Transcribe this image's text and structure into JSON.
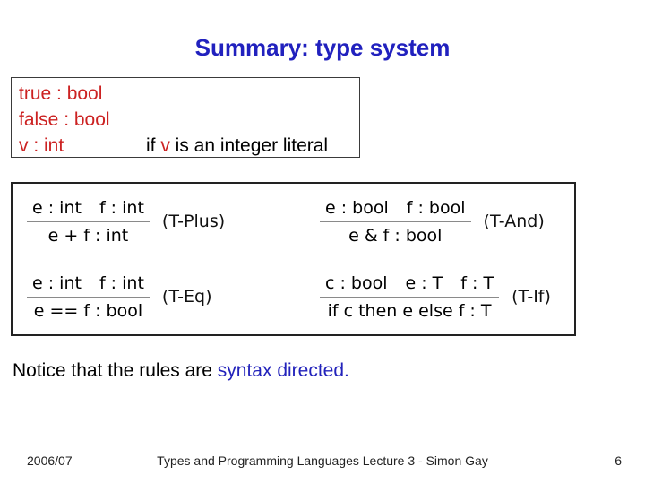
{
  "slide": {
    "title": "Summary: type system",
    "premise_box": {
      "line1": "true : bool",
      "line2": "false : bool",
      "line3_judgement": "v : int",
      "line3_cond_if": "if ",
      "line3_cond_v": "v",
      "line3_cond_rest": " is an integer literal"
    },
    "rules": [
      {
        "label": "(T-Plus)",
        "num": [
          "e : int",
          "f : int"
        ],
        "den": "e + f : int"
      },
      {
        "label": "(T-And)",
        "num": [
          "e : bool",
          "f : bool"
        ],
        "den": "e & f : bool"
      },
      {
        "label": "(T-Eq)",
        "num": [
          "e : int",
          "f : int"
        ],
        "den": "e == f : bool"
      },
      {
        "label": "(T-If)",
        "num": [
          "c : bool",
          "e : T",
          "f : T"
        ],
        "den": "if c then e else f : T"
      }
    ],
    "notice": {
      "prefix": "Notice that the rules are ",
      "highlight": "syntax directed."
    },
    "footer": {
      "date": "2006/07",
      "title": "Types and Programming Languages Lecture 3 - Simon Gay",
      "page": "6"
    },
    "colors": {
      "title_blue": "#2121BE",
      "highlight_blue": "#2222BB",
      "accent_red": "#CC2222",
      "text_black": "#000000"
    }
  }
}
